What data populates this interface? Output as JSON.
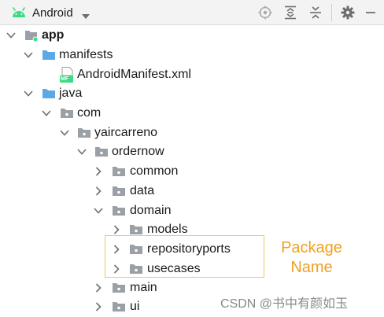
{
  "toolbar": {
    "view_label": "Android",
    "icons": [
      "android-icon",
      "chevron-down-icon",
      "locate-icon",
      "expand-all-icon",
      "collapse-all-icon",
      "gear-icon",
      "minimize-icon"
    ]
  },
  "tree": {
    "app": "app",
    "manifests": "manifests",
    "manifest_file": "AndroidManifest.xml",
    "manifest_badge": "MF",
    "java": "java",
    "com": "com",
    "yaircarreno": "yaircarreno",
    "ordernow": "ordernow",
    "common": "common",
    "data": "data",
    "domain": "domain",
    "models": "models",
    "repositoryports": "repositoryports",
    "usecases": "usecases",
    "main": "main",
    "ui": "ui"
  },
  "annotation": {
    "line1": "Package",
    "line2": "Name"
  },
  "watermark": "CSDN @书中有颜如玉",
  "colors": {
    "android_green": "#3ddc84",
    "folder_blue": "#5aa9e6",
    "package_gray": "#9aa0a6",
    "annotation_orange": "#f0a020",
    "highlight_border": "#f5c26b"
  }
}
